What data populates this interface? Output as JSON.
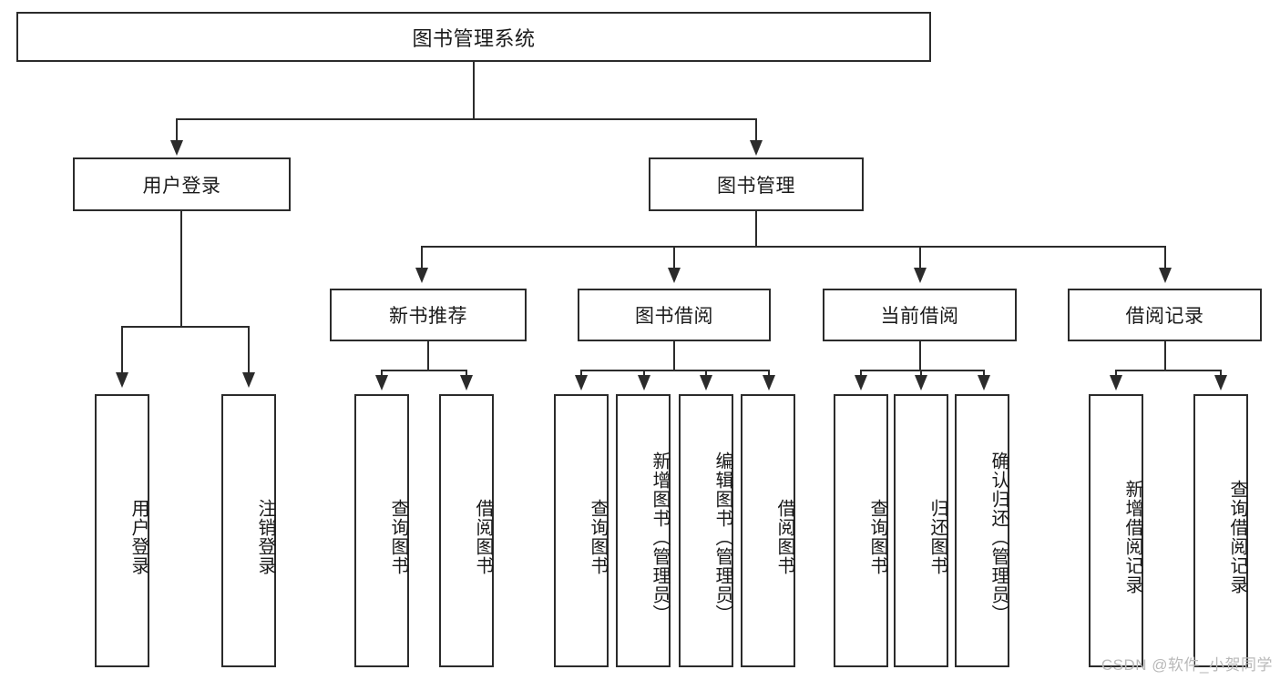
{
  "diagram": {
    "title": "图书管理系统",
    "type": "tree",
    "background_color": "#ffffff",
    "line_color": "#2b2b2b",
    "text_color": "#1a1a1a",
    "nodes": {
      "root": {
        "label": "图书管理系统"
      },
      "level1": [
        {
          "id": "user_login",
          "label": "用户登录"
        },
        {
          "id": "book_manage",
          "label": "图书管理"
        }
      ],
      "level2": [
        {
          "id": "new_book_rec",
          "label": "新书推荐"
        },
        {
          "id": "book_borrow",
          "label": "图书借阅"
        },
        {
          "id": "current_borrow",
          "label": "当前借阅"
        },
        {
          "id": "borrow_record",
          "label": "借阅记录"
        }
      ],
      "leaves": {
        "user_login": [
          {
            "id": "leaf_user_login",
            "label": "用户登录"
          },
          {
            "id": "leaf_logout",
            "label": "注销登录"
          }
        ],
        "new_book_rec": [
          {
            "id": "leaf_query_book_1",
            "label": "查询图书"
          },
          {
            "id": "leaf_borrow_book_1",
            "label": "借阅图书"
          }
        ],
        "book_borrow": [
          {
            "id": "leaf_query_book_2",
            "label": "查询图书"
          },
          {
            "id": "leaf_add_book",
            "label": "新增图书（管理员）"
          },
          {
            "id": "leaf_edit_book",
            "label": "编辑图书（管理员）"
          },
          {
            "id": "leaf_borrow_book_2",
            "label": "借阅图书"
          }
        ],
        "current_borrow": [
          {
            "id": "leaf_query_book_3",
            "label": "查询图书"
          },
          {
            "id": "leaf_return_book",
            "label": "归还图书"
          },
          {
            "id": "leaf_confirm_return",
            "label": "确认归还（管理员）"
          }
        ],
        "borrow_record": [
          {
            "id": "leaf_add_record",
            "label": "新增借阅记录"
          },
          {
            "id": "leaf_query_record",
            "label": "查询借阅记录"
          }
        ]
      }
    }
  },
  "watermark": {
    "text": "CSDN @软件_小贺同学"
  }
}
